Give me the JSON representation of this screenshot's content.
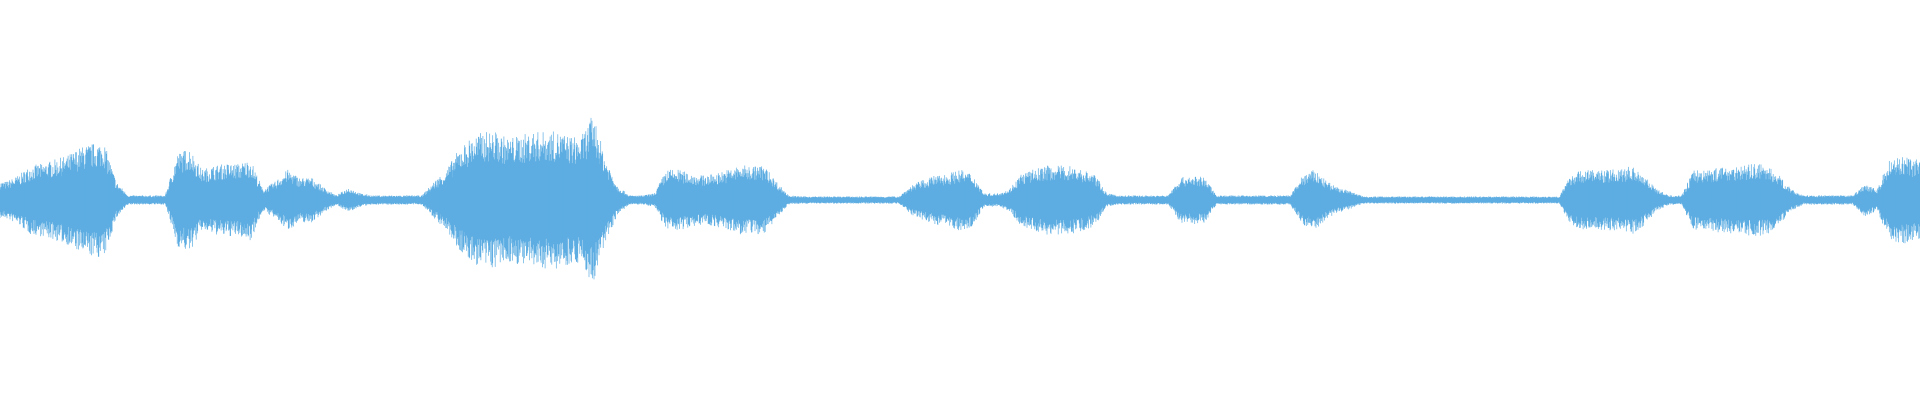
{
  "chart_data": {
    "type": "area",
    "subtype": "audio-waveform",
    "title": "",
    "xlabel": "",
    "ylabel": "",
    "ylim": [
      -1,
      1
    ],
    "grid": false,
    "axes_visible": false,
    "legend": "none",
    "color": "#5dade2",
    "background": "#ffffff",
    "amplitude_envelope": [
      0.09,
      0.12,
      0.17,
      0.18,
      0.2,
      0.22,
      0.26,
      0.28,
      0.29,
      0.09,
      0.02,
      0.02,
      0.02,
      0.02,
      0.23,
      0.26,
      0.15,
      0.17,
      0.18,
      0.18,
      0.2,
      0.05,
      0.09,
      0.15,
      0.11,
      0.11,
      0.06,
      0.02,
      0.06,
      0.03,
      0.02,
      0.02,
      0.02,
      0.02,
      0.02,
      0.09,
      0.15,
      0.25,
      0.31,
      0.34,
      0.34,
      0.31,
      0.32,
      0.34,
      0.34,
      0.34,
      0.32,
      0.31,
      0.43,
      0.21,
      0.07,
      0.02,
      0.02,
      0.03,
      0.15,
      0.15,
      0.13,
      0.12,
      0.13,
      0.15,
      0.17,
      0.17,
      0.17,
      0.09,
      0.02,
      0.015,
      0.015,
      0.015,
      0.015,
      0.015,
      0.015,
      0.015,
      0.015,
      0.015,
      0.07,
      0.1,
      0.12,
      0.13,
      0.15,
      0.13,
      0.03,
      0.03,
      0.05,
      0.13,
      0.15,
      0.17,
      0.17,
      0.17,
      0.15,
      0.13,
      0.03,
      0.02,
      0.02,
      0.02,
      0.02,
      0.02,
      0.11,
      0.12,
      0.11,
      0.02,
      0.02,
      0.02,
      0.02,
      0.02,
      0.02,
      0.02,
      0.12,
      0.15,
      0.09,
      0.06,
      0.04,
      0.015,
      0.015,
      0.015,
      0.015,
      0.015,
      0.015,
      0.015,
      0.015,
      0.015,
      0.015,
      0.015,
      0.015,
      0.015,
      0.015,
      0.015,
      0.015,
      0.015,
      0.13,
      0.15,
      0.15,
      0.15,
      0.15,
      0.17,
      0.12,
      0.05,
      0.02,
      0.02,
      0.15,
      0.15,
      0.16,
      0.17,
      0.17,
      0.18,
      0.17,
      0.12,
      0.05,
      0.02,
      0.02,
      0.02,
      0.02,
      0.02,
      0.08,
      0.05,
      0.2,
      0.22,
      0.2
    ]
  }
}
